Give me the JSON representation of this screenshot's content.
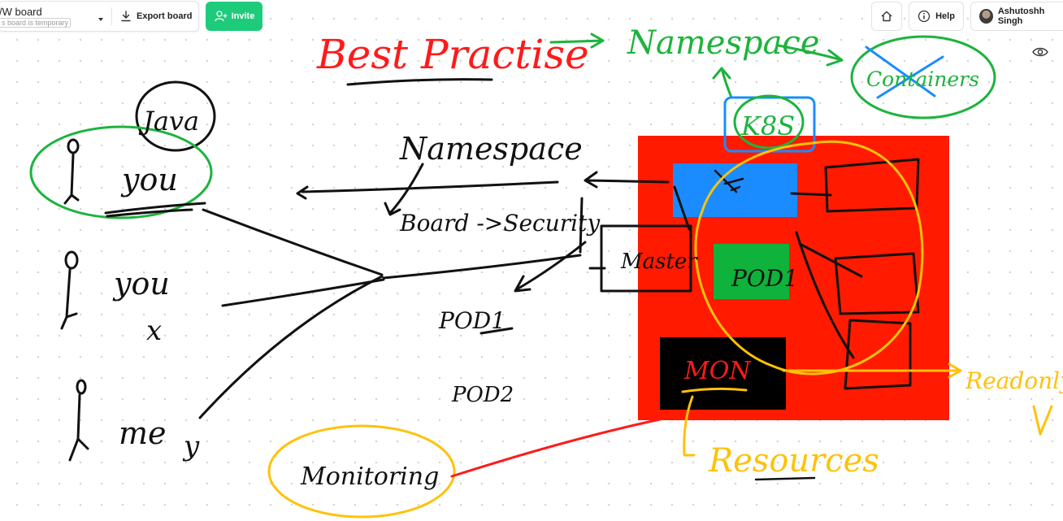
{
  "header": {
    "board_name": "/W board",
    "board_status": "s board is temporary",
    "export_label": "Export board",
    "invite_label": "Invite",
    "help_label": "Help",
    "user_name": "Ashutoshh Singh"
  },
  "whiteboard": {
    "heading": "Best Practise",
    "namespace_top": "Namespace",
    "containers": "Containers",
    "k8s": "K8S",
    "java": "Java",
    "you_1": "you",
    "you_2": "you",
    "x_1": "x",
    "me": "me",
    "x_2": "y",
    "namespace_mid": "Namespace",
    "board_security": "Board ->Security",
    "master": "Master",
    "pod_green": "POD1",
    "pod_1": "POD1",
    "pod_2": "POD2",
    "mon": "MON",
    "resources": "Resources",
    "readonly": "Readonly",
    "monitoring": "Monitoring",
    "colors": {
      "red_box": "#ff1a00",
      "blue_box": "#1a8cff",
      "green_box": "#0fb23a",
      "black_box": "#000000",
      "ink_red": "#ff1a1a",
      "ink_green": "#1db33d",
      "ink_yellow": "#ffc20a",
      "ink_blue": "#1a8cff",
      "ink_black": "#111111",
      "invite_green": "#1ecb7b"
    }
  }
}
